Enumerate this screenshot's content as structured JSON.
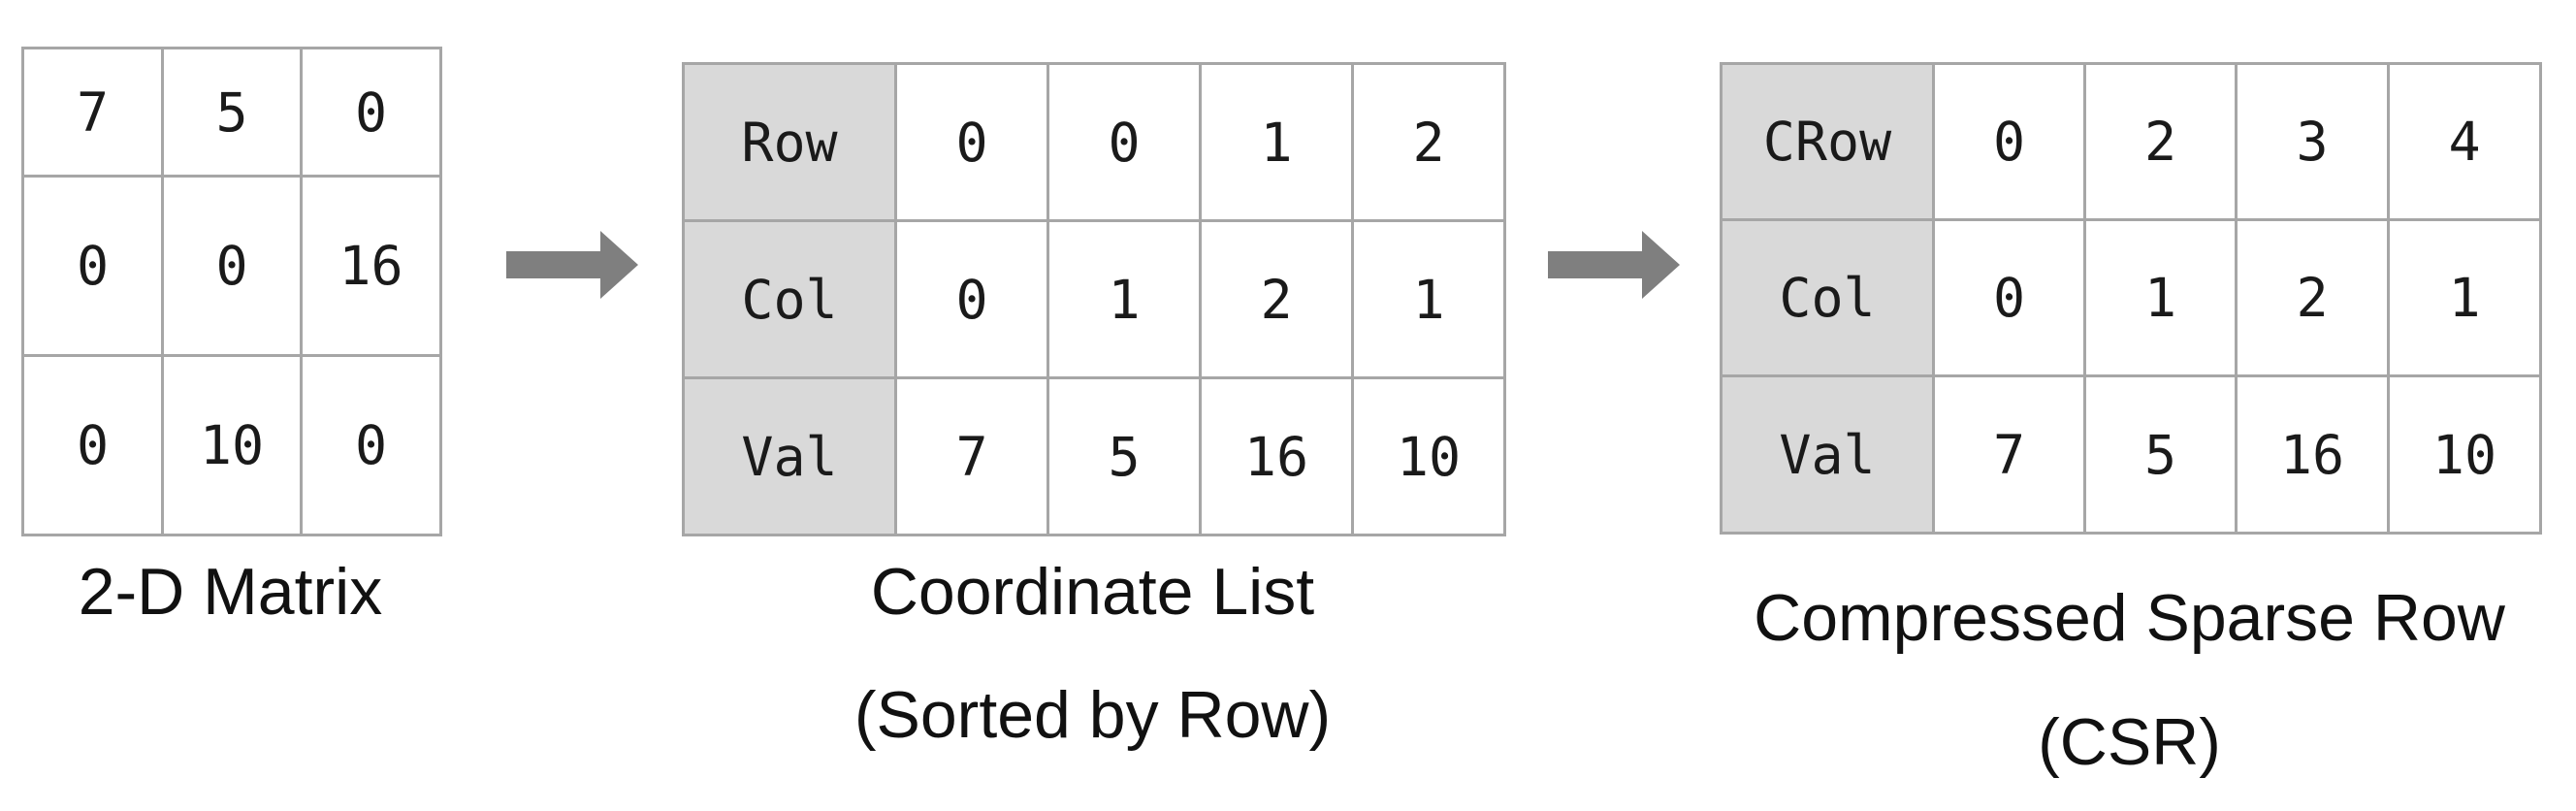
{
  "matrix": {
    "rows": [
      [
        "7",
        "5",
        "0"
      ],
      [
        "0",
        "0",
        "16"
      ],
      [
        "0",
        "10",
        "0"
      ]
    ],
    "caption": "2-D Matrix"
  },
  "coordinate_list": {
    "rows": [
      {
        "header": "Row",
        "values": [
          "0",
          "0",
          "1",
          "2"
        ]
      },
      {
        "header": "Col",
        "values": [
          "0",
          "1",
          "2",
          "1"
        ]
      },
      {
        "header": "Val",
        "values": [
          "7",
          "5",
          "16",
          "10"
        ]
      }
    ],
    "caption_line1": "Coordinate List",
    "caption_line2": "(Sorted by Row)"
  },
  "csr": {
    "rows": [
      {
        "header": "CRow",
        "values": [
          "0",
          "2",
          "3",
          "4"
        ]
      },
      {
        "header": "Col",
        "values": [
          "0",
          "1",
          "2",
          "1"
        ]
      },
      {
        "header": "Val",
        "values": [
          "7",
          "5",
          "16",
          "10"
        ]
      }
    ],
    "caption_line1": "Compressed Sparse Row",
    "caption_line2": "(CSR)"
  },
  "colors": {
    "header_fill": "#d9d9d9",
    "grid_line": "#a6a6a6",
    "arrow": "#7f7f7f"
  }
}
